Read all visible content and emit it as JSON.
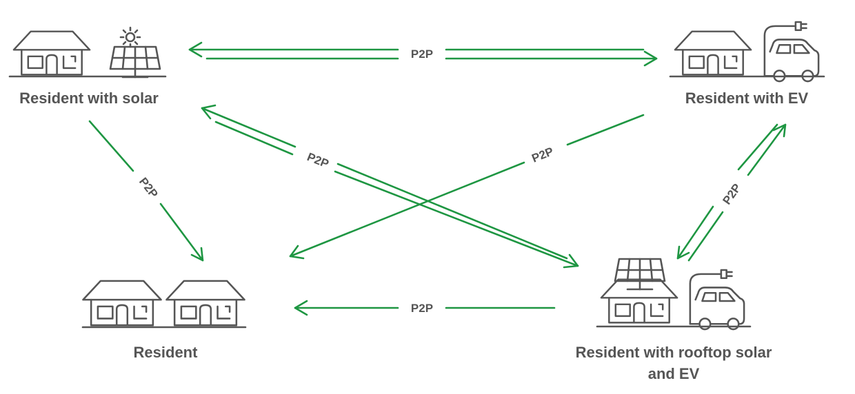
{
  "colors": {
    "arrow": "#1e9642",
    "ink": "#555555",
    "background": "#ffffff"
  },
  "nodes": {
    "solar": {
      "label": "Resident with solar",
      "icons": [
        "house-icon",
        "solar-panel-icon",
        "sun-icon"
      ]
    },
    "ev": {
      "label": "Resident with EV",
      "icons": [
        "house-icon",
        "ev-charger-car-icon"
      ]
    },
    "resident": {
      "label": "Resident",
      "icons": [
        "house-icon",
        "house-icon"
      ]
    },
    "rooftop": {
      "label_line1": "Resident with rooftop solar",
      "label_line2": "and EV",
      "icons": [
        "rooftop-solar-house-icon",
        "ev-charger-car-icon"
      ]
    }
  },
  "edges": [
    {
      "from": "solar",
      "to": "ev",
      "label": "P2P",
      "bidirectional": true
    },
    {
      "from": "solar",
      "to": "resident",
      "label": "P2P",
      "bidirectional": false
    },
    {
      "from": "solar",
      "to": "rooftop",
      "label": "P2P",
      "bidirectional": true
    },
    {
      "from": "ev",
      "to": "resident",
      "label": "P2P",
      "bidirectional": false
    },
    {
      "from": "rooftop",
      "to": "ev",
      "label": "P2P",
      "bidirectional": true
    },
    {
      "from": "rooftop",
      "to": "resident",
      "label": "P2P",
      "bidirectional": false
    }
  ]
}
